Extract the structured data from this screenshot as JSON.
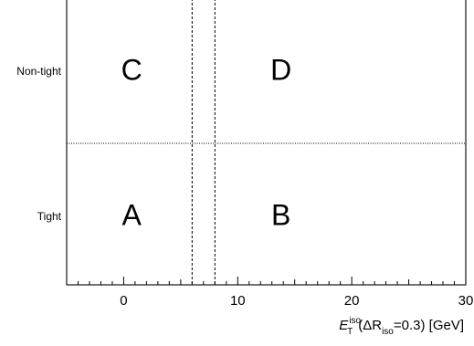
{
  "chart_data": {
    "type": "diagram",
    "x_range": [
      -5,
      30
    ],
    "x_ticks": [
      {
        "value": 0,
        "label": "0"
      },
      {
        "value": 10,
        "label": "10"
      },
      {
        "value": 20,
        "label": "20"
      },
      {
        "value": 30,
        "label": "30"
      }
    ],
    "x_minor_step": 1,
    "x_axis_label": {
      "E": "E",
      "iso_sup": "iso",
      "T_sub": "T",
      "open": "(ΔR",
      "iso_sub": "iso",
      "close": "=0.3) [GeV]"
    },
    "y_rows": [
      {
        "label": "Non-tight"
      },
      {
        "label": "Tight"
      }
    ],
    "vertical_dividers": [
      6,
      8
    ],
    "regions": [
      {
        "label": "C",
        "x": 0.7,
        "row": 0
      },
      {
        "label": "D",
        "x": 13.8,
        "row": 0
      },
      {
        "label": "A",
        "x": 0.7,
        "row": 1
      },
      {
        "label": "B",
        "x": 13.8,
        "row": 1
      }
    ]
  }
}
